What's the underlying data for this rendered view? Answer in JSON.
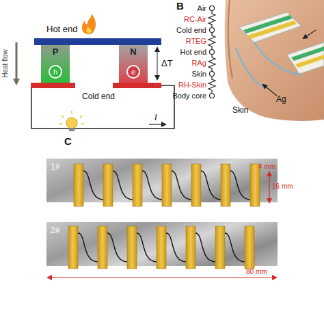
{
  "diagram": {
    "nodes": [
      {
        "text": [
          "Hot end"
        ]
      },
      {
        "text": [
          "P"
        ]
      },
      {
        "text": [
          "h"
        ],
        "in": 1
      },
      {
        "text": [
          "N"
        ]
      },
      {
        "text": [
          "e"
        ],
        "in": 3
      },
      {
        "text": [
          "1#"
        ]
      },
      {
        "text": [
          "2#"
        ]
      }
    ],
    "labels": [
      "Heat flow",
      "ΔT",
      "Cold end",
      "I",
      "B",
      "Air",
      "RC-Air",
      "Cold end",
      "RTEG",
      "Hot end",
      "RAg",
      "Skin",
      "RH-Skin",
      "Body core",
      "Ag",
      "Skin",
      "C",
      "4 mm",
      "16 mm",
      "80 mm"
    ]
  }
}
